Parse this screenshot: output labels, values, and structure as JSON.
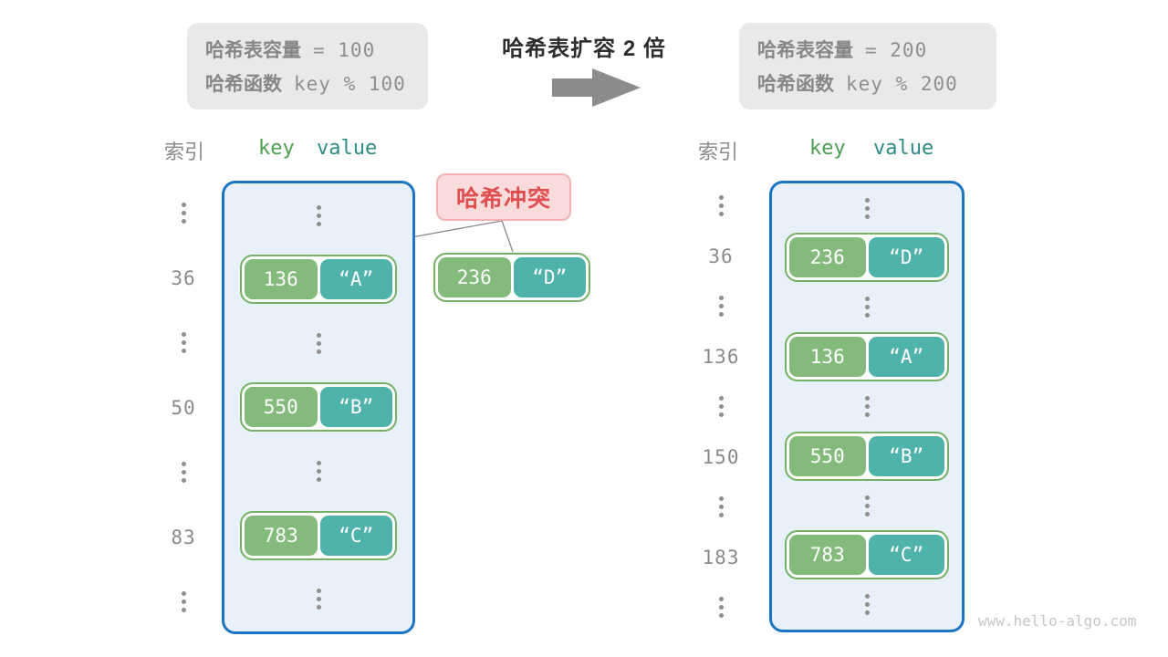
{
  "caption_left": {
    "rows": [
      {
        "label": "哈希表容量",
        "value": "= 100"
      },
      {
        "label": "哈希函数",
        "value": "key % 100"
      }
    ]
  },
  "caption_right": {
    "rows": [
      {
        "label": "哈希表容量",
        "value": "= 200"
      },
      {
        "label": "哈希函数",
        "value": "key % 200"
      }
    ]
  },
  "transition": {
    "title": "哈希表扩容 2 倍",
    "arrow_icon": "right-arrow"
  },
  "collision": {
    "label": "哈希冲突"
  },
  "external_pair": {
    "key": "236",
    "value": "“D”"
  },
  "left_table": {
    "headers": {
      "index": "索引",
      "key": "key",
      "value": "value"
    },
    "rows": [
      {
        "type": "dots"
      },
      {
        "type": "pair",
        "index": "36",
        "key": "136",
        "value": "“A”"
      },
      {
        "type": "dots"
      },
      {
        "type": "pair",
        "index": "50",
        "key": "550",
        "value": "“B”"
      },
      {
        "type": "dots"
      },
      {
        "type": "pair",
        "index": "83",
        "key": "783",
        "value": "“C”"
      },
      {
        "type": "dots"
      }
    ]
  },
  "right_table": {
    "headers": {
      "index": "索引",
      "key": "key",
      "value": "value"
    },
    "rows": [
      {
        "type": "dots"
      },
      {
        "type": "pair",
        "index": "36",
        "key": "236",
        "value": "“D”"
      },
      {
        "type": "dots"
      },
      {
        "type": "pair",
        "index": "136",
        "key": "136",
        "value": "“A”"
      },
      {
        "type": "dots"
      },
      {
        "type": "pair",
        "index": "150",
        "key": "550",
        "value": "“B”"
      },
      {
        "type": "dots"
      },
      {
        "type": "pair",
        "index": "183",
        "key": "783",
        "value": "“C”"
      },
      {
        "type": "dots"
      }
    ]
  },
  "watermark": "www.hello-algo.com",
  "colors": {
    "container_border": "#1c75c3",
    "container_bg": "#e8f1fa",
    "pair_border": "#74b165",
    "key_bg": "#84bb7c",
    "value_bg": "#4fb3ab",
    "collision_text": "#e04f4f",
    "collision_bg": "#fadbdb",
    "collision_border": "#f3b2b2",
    "header_key": "#4c9e51",
    "header_value": "#2f8b85",
    "muted_gray": "#8b8b8b",
    "caption_bg": "#e9e9e9",
    "arrow_gray": "#8c8c8c",
    "watermark": "#c6c6c6"
  }
}
